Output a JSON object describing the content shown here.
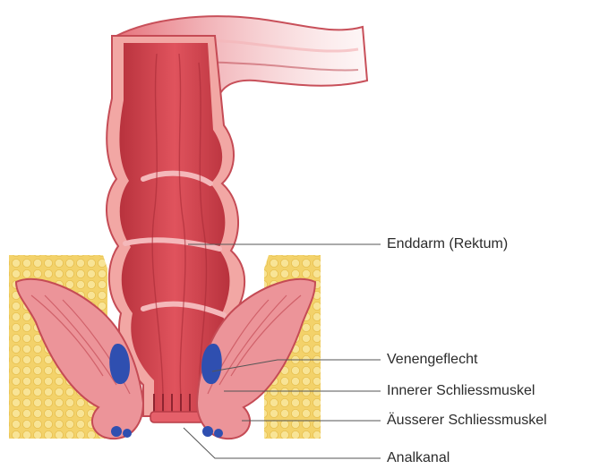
{
  "labels": {
    "rectum": "Enddarm (Rektum)",
    "venous_plexus": "Venengeflecht",
    "internal_sphincter": "Innerer Schliessmuskel",
    "external_sphincter": "Äusserer Schliessmuskel",
    "anal_canal": "Analkanal"
  },
  "colors": {
    "fat_tissue": "#f5d76a",
    "muscle_outer": "#e7828a",
    "mucosa": "#d9434f",
    "mucosa_dark": "#b8323d",
    "wall": "#f2a7a4",
    "veins": "#2f4fb0",
    "leader_line": "#555555"
  }
}
